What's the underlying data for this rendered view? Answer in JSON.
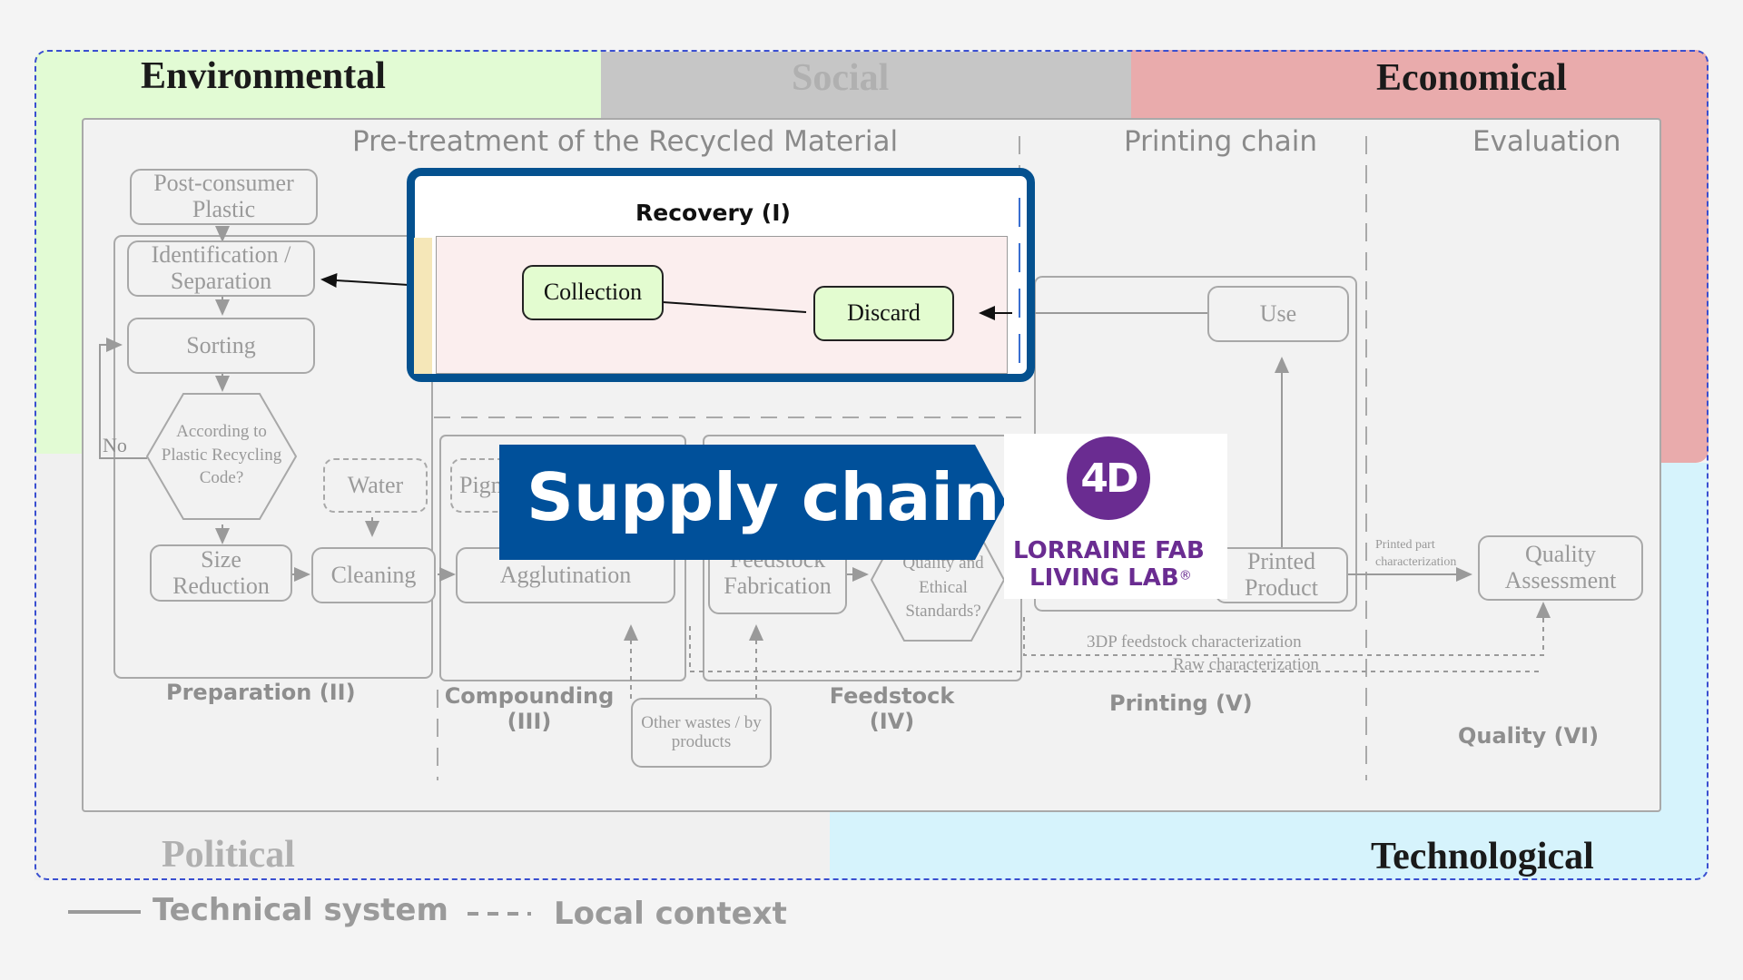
{
  "quadrants": {
    "environmental": "Environmental",
    "social": "Social",
    "economical": "Economical",
    "political": "Political",
    "technological": "Technological"
  },
  "columns": {
    "pretreatment": "Pre-treatment of the Recycled Material",
    "printing_chain": "Printing chain",
    "evaluation": "Evaluation"
  },
  "recovery": {
    "title": "Recovery (I)",
    "collection": "Collection",
    "discard": "Discard"
  },
  "preparation": {
    "post_consumer": "Post-consumer Plastic",
    "identification": "Identification / Separation",
    "sorting": "Sorting",
    "decision": "According to Plastic Recycling Code?",
    "no_label": "No",
    "water": "Water",
    "size_reduction": "Size Reduction",
    "cleaning": "Cleaning",
    "stage": "Preparation (II)"
  },
  "compounding": {
    "pigments": "Pigm",
    "agglutination": "Agglutination",
    "stage_line1": "Compounding",
    "stage_line2": "(III)"
  },
  "feedstock": {
    "fabrication_top": "Feedstock",
    "fabrication": "Fabrication",
    "quality_check": "Quality and Ethical Standards?",
    "stage_line1": "Feedstock",
    "stage_line2": "(IV)"
  },
  "other_wastes": "Other wastes / by products",
  "printing": {
    "use": "Use",
    "printed_product": "Printed Product",
    "stage": "Printing (V)",
    "feedstock_char": "3DP feedstock characterization",
    "raw_char": "Raw characterization"
  },
  "quality": {
    "printed_part_char": "Printed part characterization",
    "assessment": "Quality Assessment",
    "stage": "Quality (VI)"
  },
  "banner": {
    "supply_chain": "Supply chain"
  },
  "logo": {
    "mark": "4D",
    "line1": "LORRAINE FAB",
    "line2": "LIVING LAB",
    "registered": "®"
  },
  "legend": {
    "technical_system": "Technical system",
    "local_context": "Local context"
  },
  "colors": {
    "environmental": "#e2fbd4",
    "social": "#c6c6c6",
    "economical": "#e9abac",
    "technological": "#d6f3fc",
    "banner": "#00509a",
    "highlight_border": "#04518f",
    "logo_purple": "#6a2c91",
    "recovery_fill": "#fbeeee"
  }
}
